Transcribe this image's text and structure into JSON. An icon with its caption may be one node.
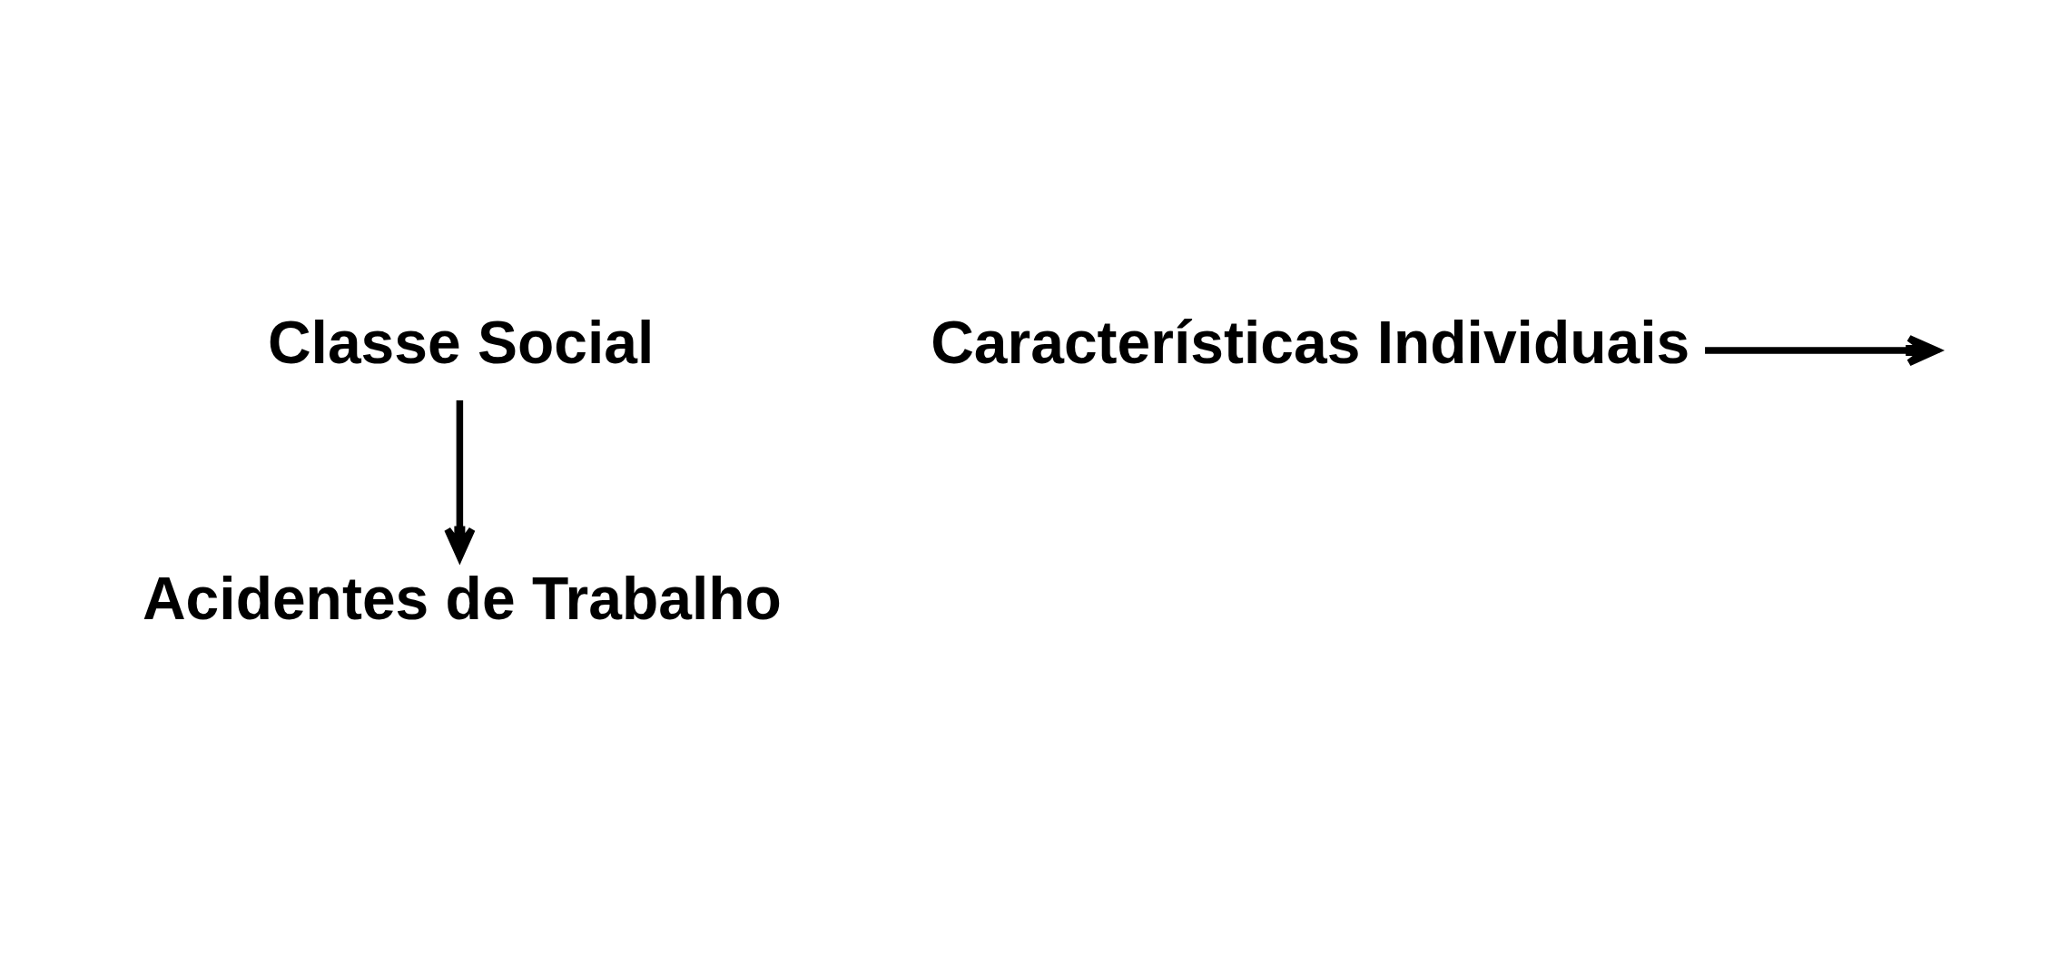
{
  "diagram": {
    "nodes": [
      {
        "text": [
          "Classe Social"
        ]
      },
      {
        "text": [
          "Características Individuais"
        ]
      },
      {
        "text": [
          "Acidentes de Trabalho"
        ]
      }
    ],
    "edges": [
      {
        "from": 0,
        "to": 2,
        "arrow": "to"
      },
      {
        "from": 1,
        "to": null,
        "arrow": "to"
      }
    ]
  }
}
